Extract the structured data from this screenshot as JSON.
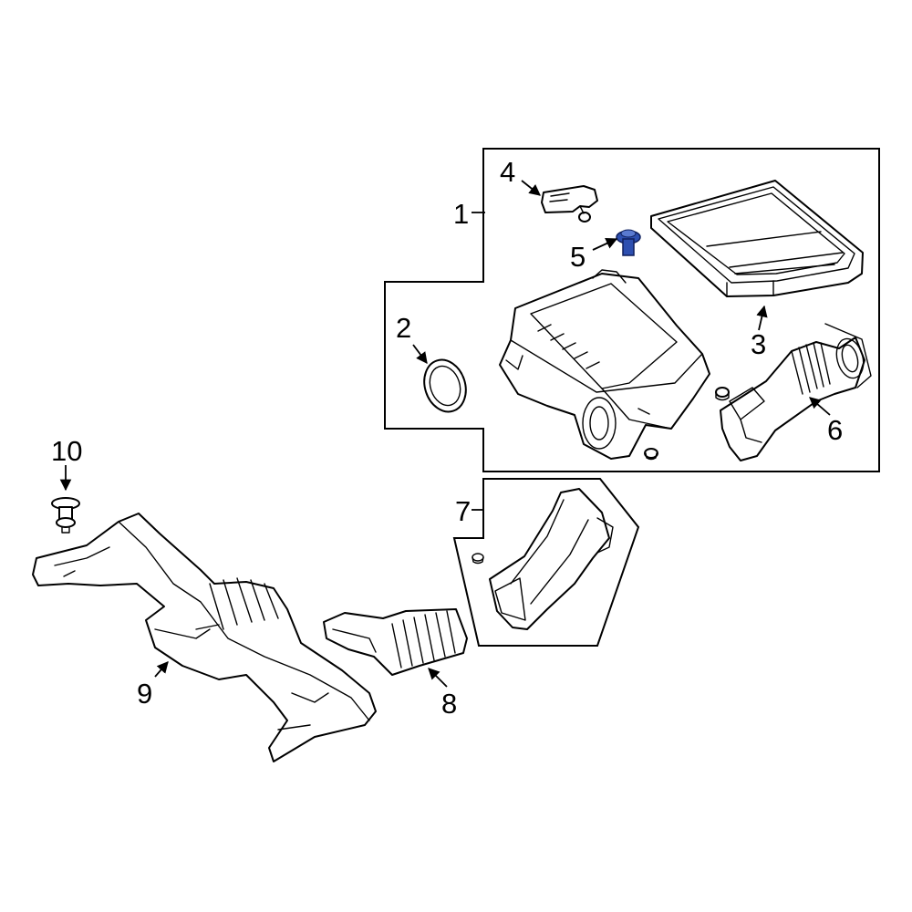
{
  "diagram": {
    "callouts": {
      "c1": "1",
      "c2": "2",
      "c3": "3",
      "c4": "4",
      "c5": "5",
      "c6": "6",
      "c7": "7",
      "c8": "8",
      "c9": "9",
      "c10": "10"
    },
    "colors": {
      "line": "#000000",
      "background": "#ffffff",
      "highlight_part": "#2d4fb0"
    },
    "highlighted_part": "5"
  }
}
